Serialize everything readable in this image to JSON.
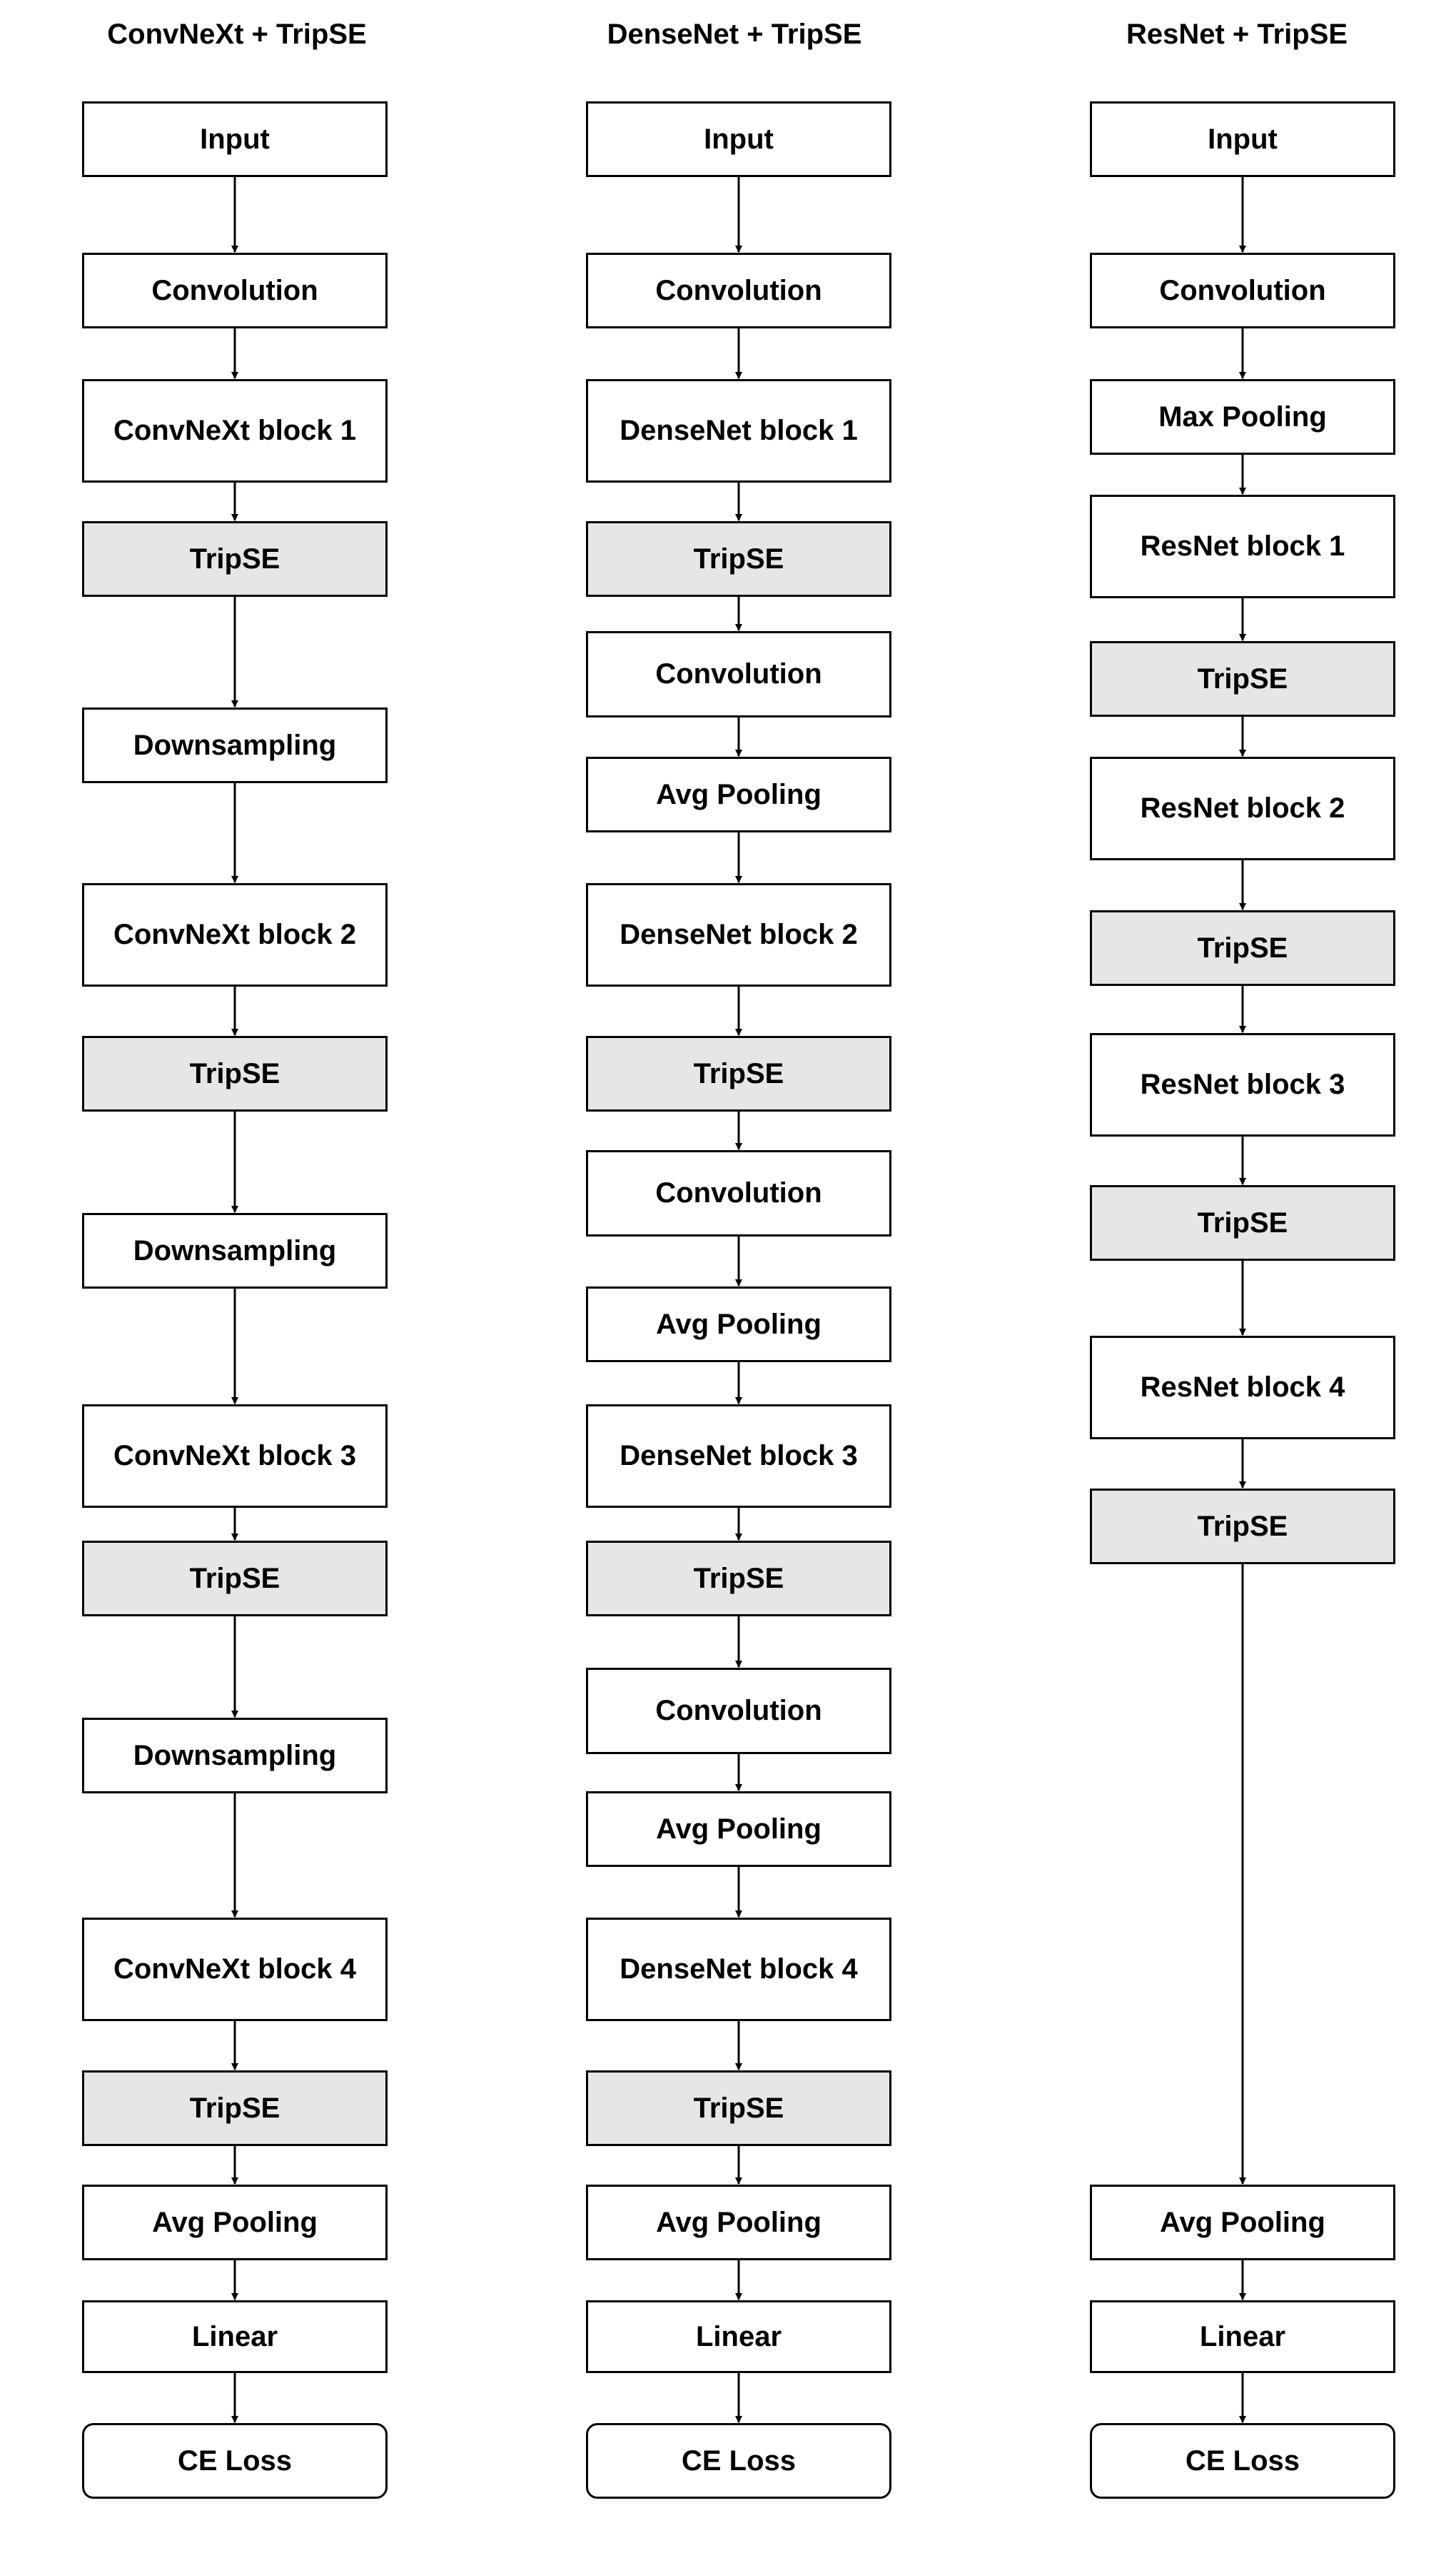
{
  "columns": [
    {
      "title": "ConvNeXt + TripSE",
      "blocks": [
        {
          "label": "Input",
          "kind": "plain"
        },
        {
          "label": "Convolution",
          "kind": "plain"
        },
        {
          "label": "ConvNeXt block 1",
          "kind": "plain"
        },
        {
          "label": "TripSE",
          "kind": "shaded"
        },
        {
          "label": "Downsampling",
          "kind": "plain"
        },
        {
          "label": "ConvNeXt block 2",
          "kind": "plain"
        },
        {
          "label": "TripSE",
          "kind": "shaded"
        },
        {
          "label": "Downsampling",
          "kind": "plain"
        },
        {
          "label": "ConvNeXt block 3",
          "kind": "plain"
        },
        {
          "label": "TripSE",
          "kind": "shaded"
        },
        {
          "label": "Downsampling",
          "kind": "plain"
        },
        {
          "label": "ConvNeXt block 4",
          "kind": "plain"
        },
        {
          "label": "TripSE",
          "kind": "shaded"
        },
        {
          "label": "Avg Pooling",
          "kind": "plain"
        },
        {
          "label": "Linear",
          "kind": "plain"
        },
        {
          "label": "CE Loss",
          "kind": "rounded"
        }
      ]
    },
    {
      "title": "DenseNet + TripSE",
      "blocks": [
        {
          "label": "Input",
          "kind": "plain"
        },
        {
          "label": "Convolution",
          "kind": "plain"
        },
        {
          "label": "DenseNet block 1",
          "kind": "plain"
        },
        {
          "label": "TripSE",
          "kind": "shaded"
        },
        {
          "label": "Convolution",
          "kind": "plain"
        },
        {
          "label": "Avg Pooling",
          "kind": "plain"
        },
        {
          "label": "DenseNet block 2",
          "kind": "plain"
        },
        {
          "label": "TripSE",
          "kind": "shaded"
        },
        {
          "label": "Convolution",
          "kind": "plain"
        },
        {
          "label": "Avg Pooling",
          "kind": "plain"
        },
        {
          "label": "DenseNet block 3",
          "kind": "plain"
        },
        {
          "label": "TripSE",
          "kind": "shaded"
        },
        {
          "label": "Convolution",
          "kind": "plain"
        },
        {
          "label": "Avg Pooling",
          "kind": "plain"
        },
        {
          "label": "DenseNet block 4",
          "kind": "plain"
        },
        {
          "label": "TripSE",
          "kind": "shaded"
        },
        {
          "label": "Avg Pooling",
          "kind": "plain"
        },
        {
          "label": "Linear",
          "kind": "plain"
        },
        {
          "label": "CE Loss",
          "kind": "rounded"
        }
      ]
    },
    {
      "title": "ResNet + TripSE",
      "blocks": [
        {
          "label": "Input",
          "kind": "plain"
        },
        {
          "label": "Convolution",
          "kind": "plain"
        },
        {
          "label": "Max Pooling",
          "kind": "plain"
        },
        {
          "label": "ResNet block 1",
          "kind": "plain"
        },
        {
          "label": "TripSE",
          "kind": "shaded"
        },
        {
          "label": "ResNet block 2",
          "kind": "plain"
        },
        {
          "label": "TripSE",
          "kind": "shaded"
        },
        {
          "label": "ResNet block 3",
          "kind": "plain"
        },
        {
          "label": "TripSE",
          "kind": "shaded"
        },
        {
          "label": "ResNet block 4",
          "kind": "plain"
        },
        {
          "label": "TripSE",
          "kind": "shaded"
        },
        {
          "label": "Avg Pooling",
          "kind": "plain"
        },
        {
          "label": "Linear",
          "kind": "plain"
        },
        {
          "label": "CE Loss",
          "kind": "rounded"
        }
      ]
    }
  ],
  "colors": {
    "shaded_fill": "#e6e6e6",
    "plain_fill": "#ffffff",
    "stroke": "#000000"
  }
}
